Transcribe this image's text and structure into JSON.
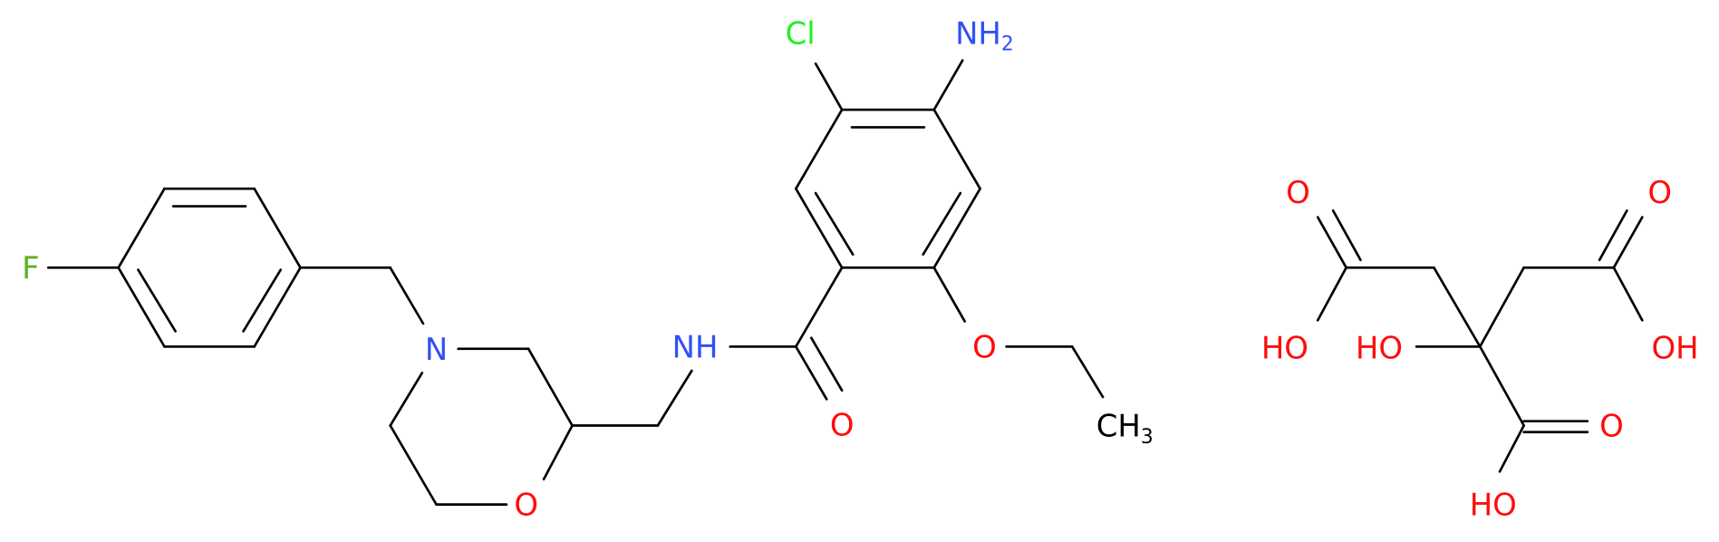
{
  "atom_colors": {
    "carbon_bond": "#000000",
    "nitrogen": "#3050F8",
    "oxygen": "#FF0D0D",
    "chlorine": "#1FF01F",
    "fluorine": "#5FAF1F"
  },
  "mosapride": {
    "cl_label": "Cl",
    "amine_label": "NH",
    "amine_subscript": "2",
    "ether_o_label": "O",
    "methyl_label": "CH",
    "methyl_subscript": "3",
    "amide_n_label": "NH",
    "amide_o_label": "O",
    "morpholine_n_label": "N",
    "morpholine_o_label": "O",
    "fluorine_label": "F"
  },
  "citric_acid": {
    "o_top_left": "O",
    "oh_left": "HO",
    "oh_center": "HO",
    "o_top_right": "O",
    "oh_right": "OH",
    "o_bottom": "O",
    "oh_bottom": "HO"
  }
}
